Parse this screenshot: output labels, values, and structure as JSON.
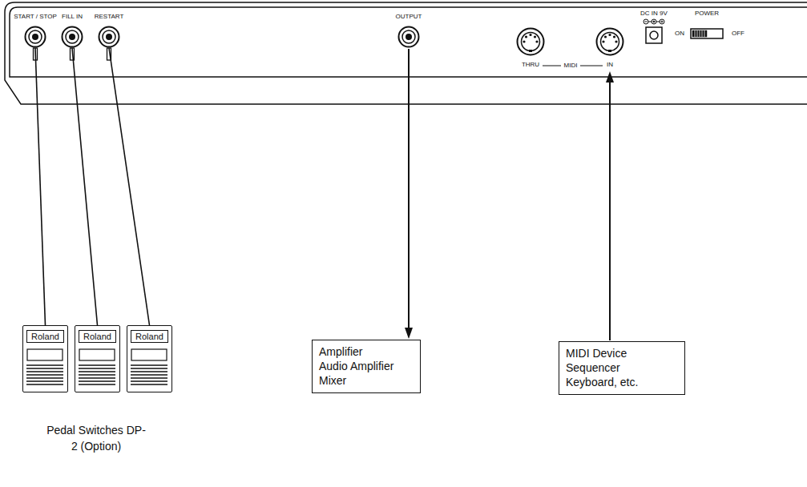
{
  "diagram": {
    "nodes": [
      {
        "text": [
          "START / STOP"
        ]
      },
      {
        "text": [
          "FILL IN"
        ]
      },
      {
        "text": [
          "RESTART"
        ]
      },
      {
        "text": [
          "OUTPUT"
        ]
      },
      {
        "text": [
          "THRU"
        ]
      },
      {
        "text": [
          "IN"
        ]
      },
      {
        "text": [
          "Roland"
        ]
      },
      {
        "text": [
          "Roland"
        ]
      },
      {
        "text": [
          "Roland"
        ]
      },
      {
        "text": [
          "Amplifier",
          "Audio Amplifier",
          "Mixer"
        ]
      },
      {
        "text": [
          "MIDI Device",
          "Sequencer",
          "Keyboard, etc."
        ]
      }
    ],
    "edges": [
      {
        "from": 0,
        "to": 6,
        "arrow": "none"
      },
      {
        "from": 1,
        "to": 7,
        "arrow": "none"
      },
      {
        "from": 2,
        "to": 8,
        "arrow": "none"
      },
      {
        "from": 3,
        "to": 9,
        "arrow": "to"
      },
      {
        "from": 10,
        "to": 5,
        "arrow": "to"
      }
    ],
    "labels": [
      "MIDI",
      "DC IN 9V",
      "POWER",
      "ON",
      "OFF",
      "Pedal Switches DP-2 (Option)"
    ]
  }
}
